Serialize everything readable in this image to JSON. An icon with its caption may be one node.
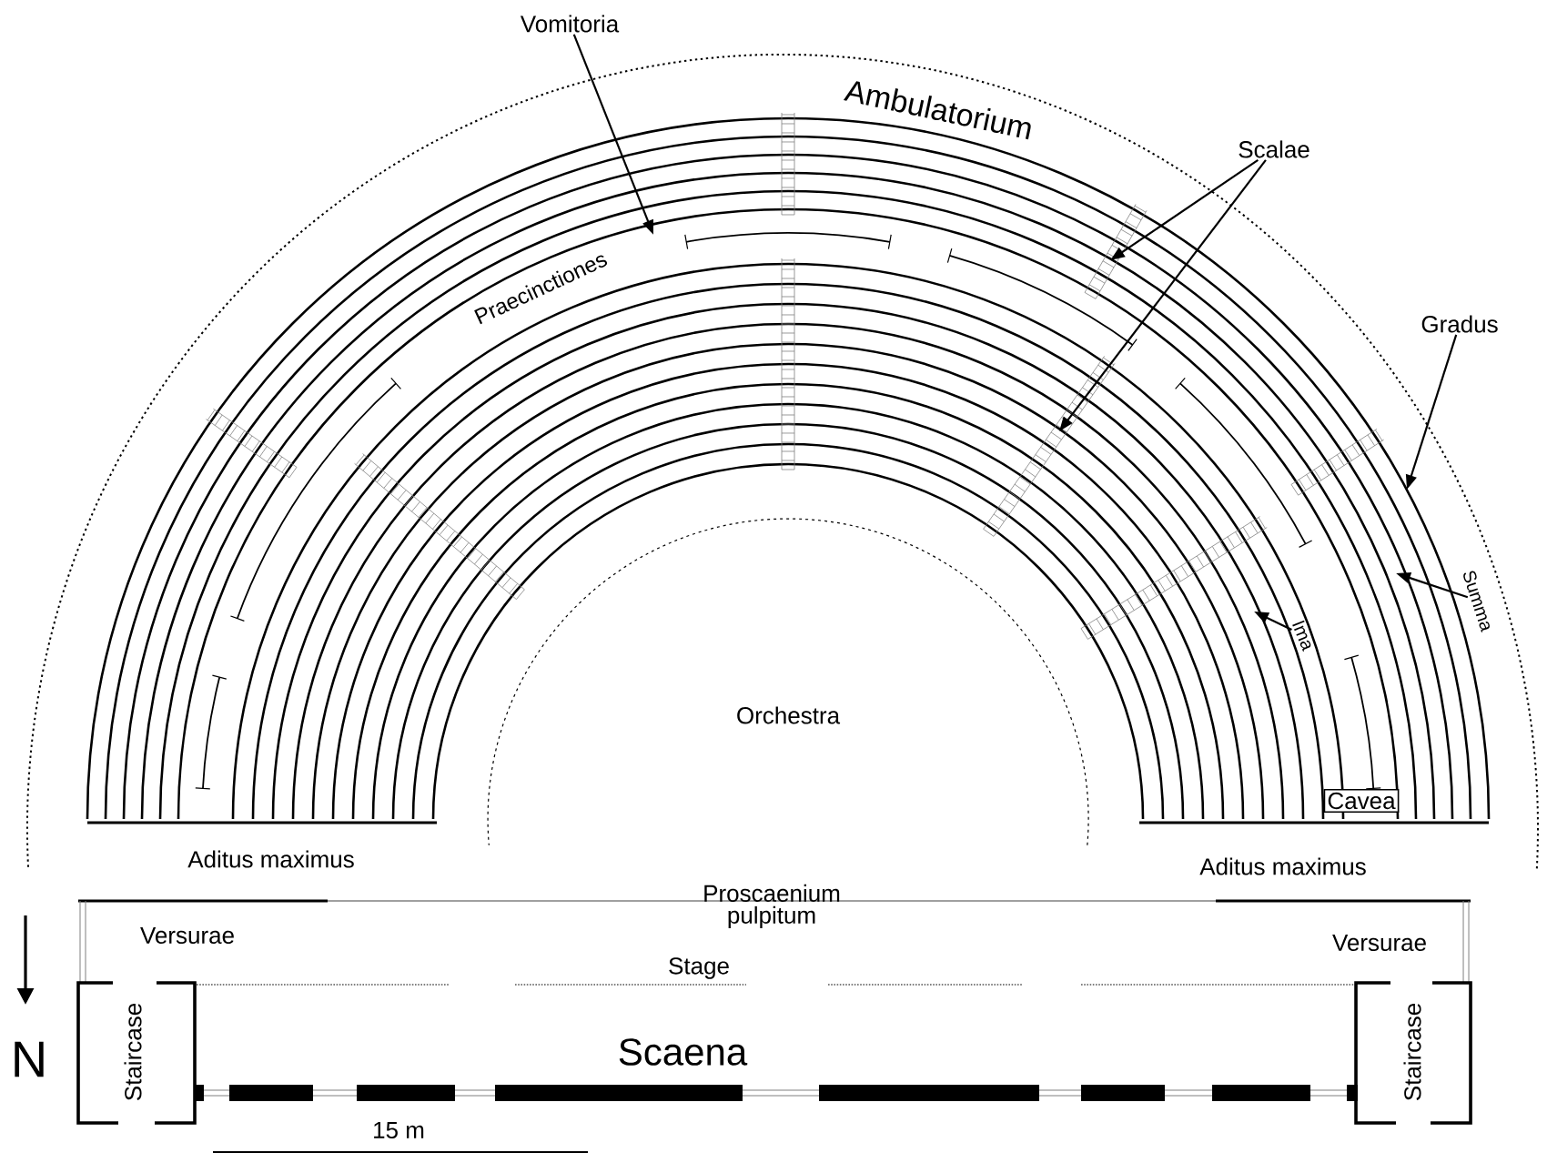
{
  "diagram": {
    "nodes": [
      {
        "text": [
          "Vomitoria"
        ]
      },
      {
        "text": [
          "Scalae"
        ]
      },
      {
        "text": [
          "Gradus"
        ]
      },
      {
        "text": [
          "Summa"
        ]
      },
      {
        "text": [
          "Ima"
        ]
      },
      {
        "text": [
          "Cavea"
        ]
      },
      {
        "text": [
          "Staircase"
        ]
      },
      {
        "text": [
          "Staircase"
        ]
      }
    ],
    "edges": [
      {
        "from": 0,
        "to": null,
        "arrow": "to"
      },
      {
        "from": 1,
        "to": null,
        "arrow": "to"
      },
      {
        "from": 1,
        "to": null,
        "arrow": "to"
      },
      {
        "from": 2,
        "to": null,
        "arrow": "to"
      },
      {
        "from": 3,
        "to": null,
        "arrow": "to"
      },
      {
        "from": 4,
        "to": null,
        "arrow": "to"
      }
    ],
    "labels": [
      "Ambulatorium",
      "Praecinctiones",
      "Orchestra",
      "Aditus maximus",
      "Aditus maximus",
      "Proscaenium pulpitum",
      "Versurae",
      "Versurae",
      "Stage",
      "Scaena",
      "N",
      "15 m"
    ]
  }
}
